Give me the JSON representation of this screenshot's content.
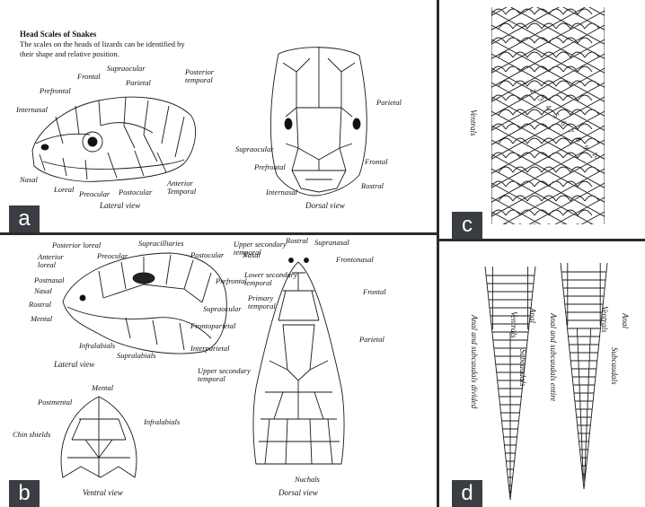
{
  "panel_a": {
    "badge": "a",
    "title": "Head Scales of Snakes",
    "caption_line1": "The scales on the heads of lizards can be identified by",
    "caption_line2": "their shape and relative position.",
    "lateral_labels": {
      "supraocular": "Supraocular",
      "frontal": "Frontal",
      "prefrontal": "Prefrontal",
      "parietal": "Parietal",
      "posterior_temporal": "Posterior temporal",
      "internasal": "Internasal",
      "nasal": "Nasal",
      "loreal": "Loreal",
      "preocular": "Preocular",
      "postocular": "Postocular",
      "anterior_temporal": "Anterior Temporal"
    },
    "lateral_view": "Lateral view",
    "dorsal_labels": {
      "parietal": "Parietal",
      "supraocular": "Supraocular",
      "prefrontal": "Prefrontal",
      "frontal": "Frontal",
      "internasal": "Internasal",
      "rostral": "Rostral"
    },
    "dorsal_view": "Dorsal view"
  },
  "panel_b": {
    "badge": "b",
    "lateral_labels": {
      "posterior_loreal": "Posterior loreal",
      "supracilliaries": "Supracilliaries",
      "anterior_loreal": "Anterior loreal",
      "preocular": "Preocular",
      "postocular": "Postocular",
      "upper_secondary_temporal": "Upper secondary temporal",
      "postnasal": "Postnasal",
      "lower_secondary_temporal": "Lower secondary temporal",
      "nasal": "Nasal",
      "rostral": "Rostral",
      "primary_temporal": "Primary temporal",
      "mental": "Mental",
      "infralabials": "Infralabials",
      "supralabials": "Supralabials"
    },
    "lateral_view": "Lateral view",
    "ventral_labels": {
      "mental": "Mental",
      "postmental": "Postmental",
      "infralabials": "Infralabials",
      "chin_shields": "Chin shields"
    },
    "ventral_view": "Ventral view",
    "dorsal_labels": {
      "rostral": "Rostral",
      "supranasal": "Supranasal",
      "nasal": "Nasal",
      "frontonasal": "Frontonasal",
      "prefrontal": "Prefrontal",
      "frontal": "Frontal",
      "supraocular": "Supraocular",
      "frontoparietal": "Frontoparietal",
      "parietal": "Parietal",
      "interparietal": "Interparietal",
      "upper_secondary_temporal": "Upper secondary temporal",
      "nuchals": "Nuchals"
    },
    "dorsal_view": "Dorsal view"
  },
  "panel_c": {
    "badge": "c",
    "ventrals": "Ventrals",
    "row_numbers": [
      "1",
      "2",
      "3",
      "4",
      "5",
      "6",
      "7",
      "8",
      "9",
      "10"
    ]
  },
  "panel_d": {
    "badge": "d",
    "left": {
      "ventrals": "Ventrals",
      "anal": "Anal",
      "subcaudals": "Subcaudals",
      "caption": "Anal and subcaudals divided"
    },
    "right": {
      "ventrals": "Ventrals",
      "anal": "Anal",
      "subcaudals": "Subcaudals",
      "caption": "Anal and subcaudals entire"
    }
  }
}
